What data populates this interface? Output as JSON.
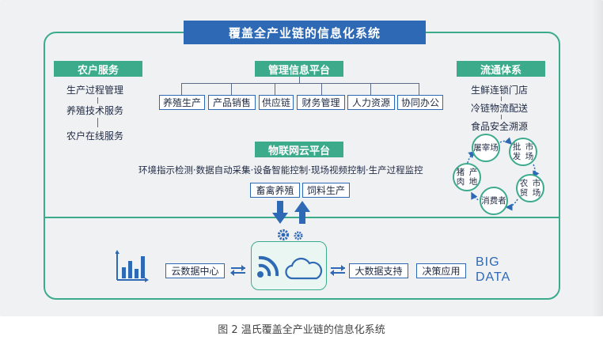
{
  "title": "覆盖全产业链的信息化系统",
  "farmer_service": {
    "heading": "农户服务",
    "items": [
      "生产过程管理",
      "养殖技术服务",
      "农户在线服务"
    ]
  },
  "management_platform": {
    "heading": "管理信息平台",
    "modules": [
      "养殖生产",
      "产品销售",
      "供应链",
      "财务管理",
      "人力资源",
      "协同办公"
    ]
  },
  "iot_platform": {
    "heading": "物联网云平台",
    "functions": "环境指示检测·数据自动采集·设备智能控制·现场视频控制·生产过程监控",
    "targets": [
      "畜禽养殖",
      "饲料生产"
    ]
  },
  "circulation": {
    "heading": "流通体系",
    "items": [
      "生鲜连锁门店",
      "冷链物流配送",
      "食品安全溯源"
    ],
    "cycle": [
      "屠宰场",
      "批发市场",
      "农贸市场",
      "消费者",
      "猪肉产地"
    ]
  },
  "bottom": {
    "cloud_center": "云数据中心",
    "big_data_support": "大数据支持",
    "decision_app": "决策应用",
    "big_data_line1": "BIG",
    "big_data_line2": "DATA"
  },
  "caption": "图 2   温氏覆盖全产业链的信息化系统",
  "colors": {
    "blue": "#2e69b6",
    "green": "#3bab8c",
    "background": "#f0f1f3"
  },
  "icons": [
    "bar-chart-icon",
    "wifi-signal-icon",
    "cloud-icon",
    "gear-icon",
    "arrow-down-icon",
    "arrow-up-icon",
    "double-arrow-icon"
  ]
}
